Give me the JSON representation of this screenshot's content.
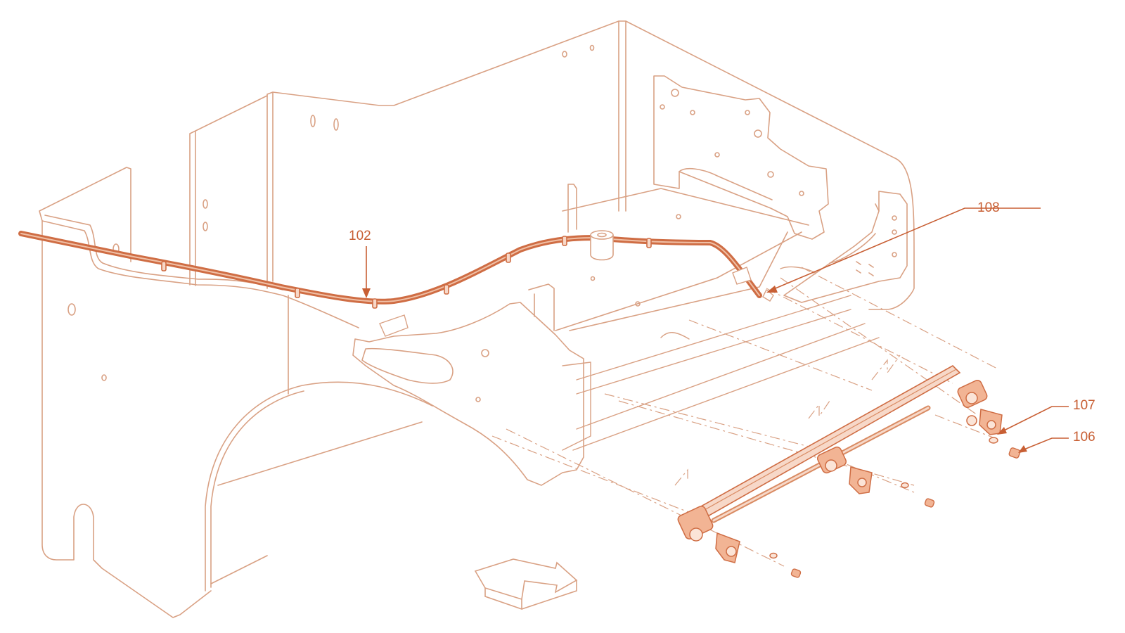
{
  "colors": {
    "line": "#d9a184",
    "accent": "#cf6d44",
    "part": "#d98b63",
    "label": "#c85f34",
    "background": "#ffffff"
  },
  "callouts": [
    {
      "id": "102",
      "label": "102"
    },
    {
      "id": "108",
      "label": "108"
    },
    {
      "id": "107",
      "label": "107"
    },
    {
      "id": "106",
      "label": "106"
    }
  ]
}
